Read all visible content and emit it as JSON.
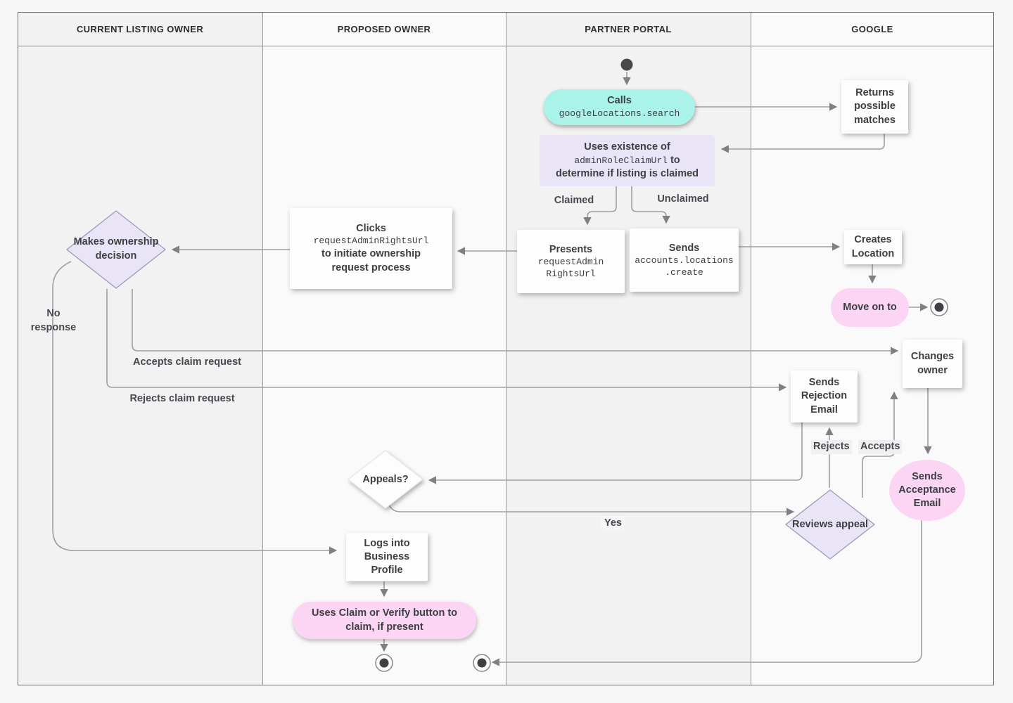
{
  "lanes": [
    {
      "label": "CURRENT LISTING OWNER"
    },
    {
      "label": "PROPOSED OWNER"
    },
    {
      "label": "PARTNER PORTAL"
    },
    {
      "label": "GOOGLE"
    }
  ],
  "nodes": {
    "calls": {
      "label": "Calls",
      "code": "googleLocations.search"
    },
    "returns_matches": {
      "text": "Returns possible matches"
    },
    "uses_existence": {
      "line1": "Uses existence of",
      "code": "adminRoleClaimUrl",
      "line2_suffix": " to",
      "line3": "determine if listing is claimed"
    },
    "presents": {
      "label": "Presents",
      "code_line1": "requestAdmin",
      "code_line2": "RightsUrl"
    },
    "sends_create": {
      "label": "Sends",
      "code_line1": "accounts.locations",
      "code_line2": ".create"
    },
    "clicks": {
      "label": "Clicks",
      "code": "requestAdminRightsUrl",
      "line3": "to initiate ownership",
      "line4": "request process"
    },
    "makes_decision": {
      "text": "Makes ownership decision"
    },
    "creates_location": {
      "text": "Creates Location"
    },
    "move_on": {
      "text": "Move on to"
    },
    "changes_owner": {
      "text": "Changes owner"
    },
    "sends_rejection": {
      "text": "Sends Rejection Email"
    },
    "appeals": {
      "text": "Appeals?"
    },
    "reviews_appeal": {
      "text": "Reviews appeal"
    },
    "sends_acceptance": {
      "text": "Sends Acceptance Email"
    },
    "logs_into": {
      "text": "Logs into Business Profile"
    },
    "uses_claim": {
      "text": "Uses Claim or Verify button to claim, if present"
    }
  },
  "edge_labels": {
    "claimed": "Claimed",
    "unclaimed": "Unclaimed",
    "no_response": "No response",
    "accepts_claim": "Accepts claim request",
    "rejects_claim": "Rejects claim request",
    "rejects": "Rejects",
    "accepts": "Accepts",
    "yes": "Yes"
  },
  "colors": {
    "teal": "#aaf3e9",
    "lavender": "#e9e4f6",
    "pink": "#fbd5f3",
    "line_gray": "#9b9fa4",
    "text": "#3c4043",
    "lane_gray": "#f2f2f2",
    "lane_light": "#fafafa"
  }
}
